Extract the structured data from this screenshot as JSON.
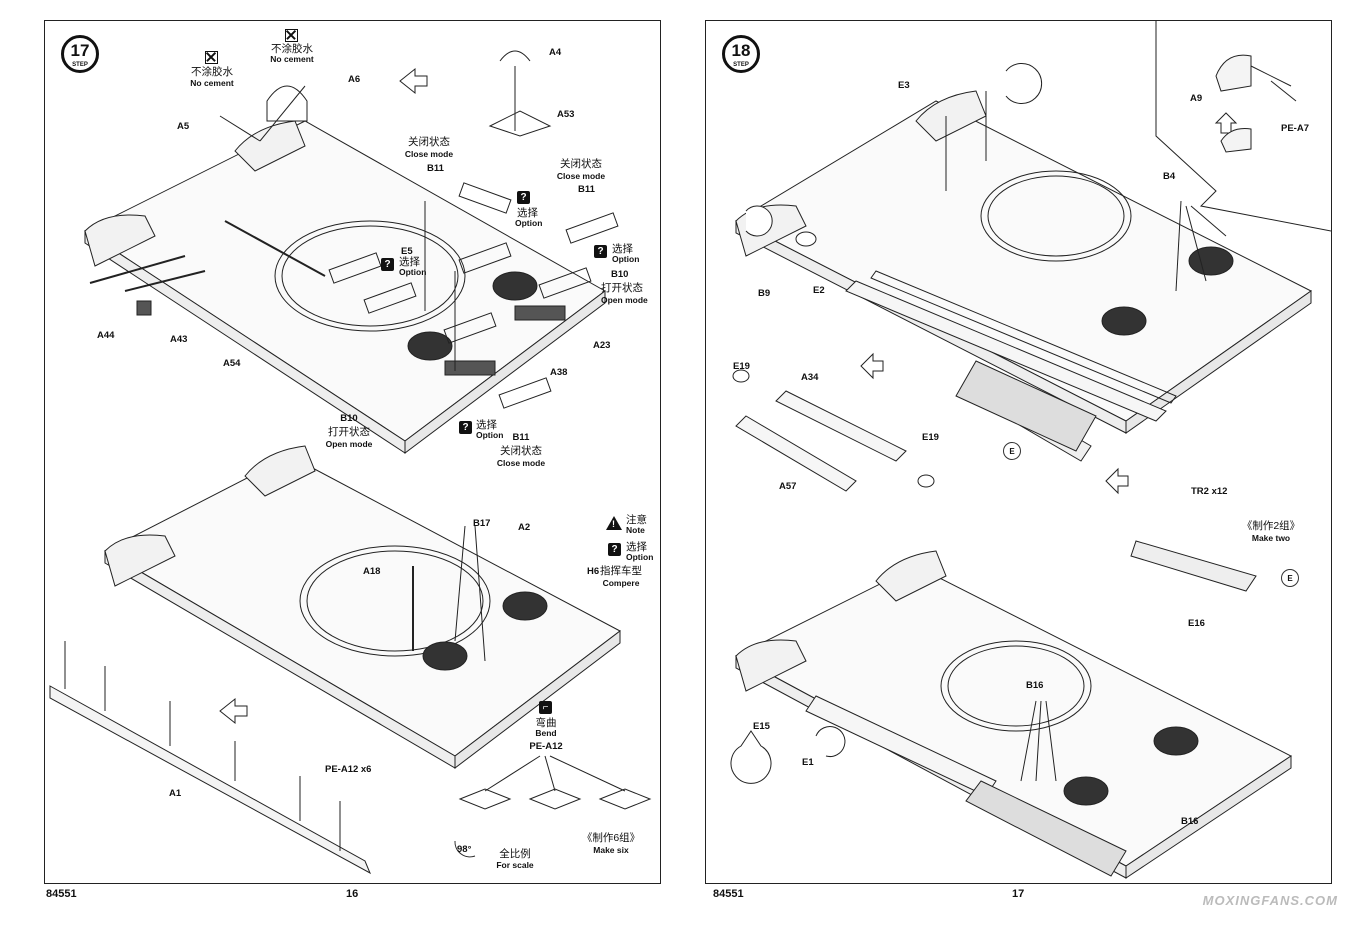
{
  "left": {
    "step_number": "17",
    "step_word": "STEP",
    "page_number": "16",
    "product_code": "84551",
    "no_cement_cn": "不涂胶水",
    "no_cement_en": "No cement",
    "close_cn": "关闭状态",
    "close_en": "Close mode",
    "open_cn": "打开状态",
    "open_en": "Open mode",
    "option_cn": "选择",
    "option_en": "Option",
    "note_cn": "注意",
    "note_en": "Note",
    "compere_cn": "指挥车型",
    "compere_en": "Compere",
    "bend_cn": "弯曲",
    "bend_en": "Bend",
    "scale_cn": "全比例",
    "scale_en": "For scale",
    "make_cn": "《制作6组》",
    "make_en": "Make six",
    "angle": "98°",
    "parts": {
      "A4": "A4",
      "A53": "A53",
      "A5": "A5",
      "A6": "A6",
      "B11": "B11",
      "E5": "E5",
      "B10": "B10",
      "A23": "A23",
      "A38": "A38",
      "A44": "A44",
      "A43": "A43",
      "A54": "A54",
      "B17": "B17",
      "A2": "A2",
      "A18": "A18",
      "H6": "H6",
      "PEA12": "PE-A12",
      "PEA12x6": "PE-A12 x6",
      "A1": "A1"
    }
  },
  "right": {
    "step_number": "18",
    "step_word": "STEP",
    "page_number": "17",
    "product_code": "84551",
    "make_cn": "《制作2组》",
    "make_en": "Make two",
    "callout": "E",
    "parts": {
      "E3": "E3",
      "A9": "A9",
      "PEA7": "PE-A7",
      "B4": "B4",
      "B9": "B9",
      "E2": "E2",
      "E19": "E19",
      "A34": "A34",
      "A57": "A57",
      "TR2": "TR2 x12",
      "E16": "E16",
      "B16": "B16",
      "E15": "E15",
      "E1": "E1"
    }
  },
  "watermark": "MOXINGFANS.COM"
}
